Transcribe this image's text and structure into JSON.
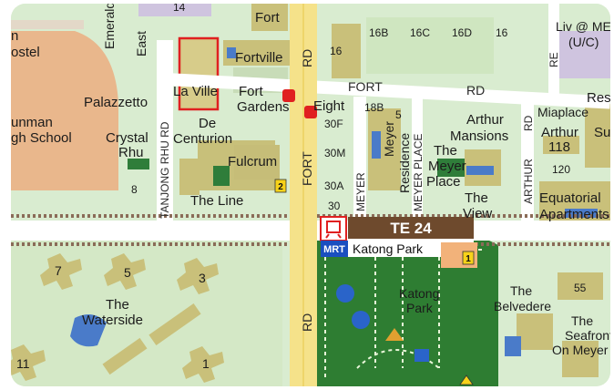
{
  "map": {
    "station": {
      "code": "TE 24",
      "brand": "MRT",
      "name": "Katong Park",
      "exits": [
        "1",
        "2"
      ]
    },
    "roads": {
      "fort_rd_vertical": "FORT",
      "rd_suffix": "RD",
      "fort_rd_horizontal": "FORT",
      "tanjong_rhu": "TANJONG RHU RD",
      "meyer_rd": "MEYER",
      "meyer_place": "MEYER PLACE",
      "arthur_rd": "ARTHUR",
      "arthur_rd_suffix": "RD",
      "fort_rd_top": "RD"
    },
    "places": {
      "hostel": "ostel",
      "hostel_top": "n",
      "school_1": "unman",
      "school_2": "gh School",
      "emerald": "Emerald",
      "east": "East",
      "fortville": "Fortville",
      "la_ville": "La Ville",
      "palazzetto": "Palazzetto",
      "fort_gardens_1": "Fort",
      "fort_gardens_2": "Gardens",
      "eight": "Eight",
      "de_centurion_1": "De",
      "de_centurion_2": "Centurion",
      "crystal": "Crystal",
      "rhu": "Rhu",
      "fulcrum": "Fulcrum",
      "the_line": "The Line",
      "fort_top": "Fort",
      "meyer_residence_1": "Meyer",
      "meyer_residence_2": "Residence",
      "meyer_place_1": "The",
      "meyer_place_2": "Meyer",
      "meyer_place_3": "Place",
      "the_view_1": "The",
      "the_view_2": "View",
      "arthur_mansions_1": "Arthur",
      "arthur_mansions_2": "Mansions",
      "miaplace": "Miaplace",
      "arthur118_1": "Arthur",
      "arthur118_2": "118",
      "su": "Su",
      "resi": "Res",
      "liv_1": "Liv @ ME",
      "liv_2": "(U/C)",
      "equatorial_1": "Equatorial",
      "equatorial_2": "Apartments",
      "katong_1": "Katong",
      "katong_2": "Park",
      "waterside_1": "The",
      "waterside_2": "Waterside",
      "belvedere_1": "The",
      "belvedere_2": "Belvedere",
      "seafront_1": "The",
      "seafront_2": "Seafront",
      "seafront_3": "On Meyer"
    },
    "numbers": {
      "n14": "14",
      "n16a": "16",
      "n16b": "16B",
      "n16c": "16C",
      "n16d": "16D",
      "n16e": "16",
      "n18b": "18B",
      "n5": "5",
      "n30f": "30F",
      "n30m": "30M",
      "n30a": "30A",
      "n30": "30",
      "n8": "8",
      "n120": "120",
      "n55": "55",
      "b7": "7",
      "b5": "5",
      "b3": "3",
      "b11": "11",
      "b1": "1",
      "re": "RE",
      "rd_mid": "RD"
    }
  }
}
